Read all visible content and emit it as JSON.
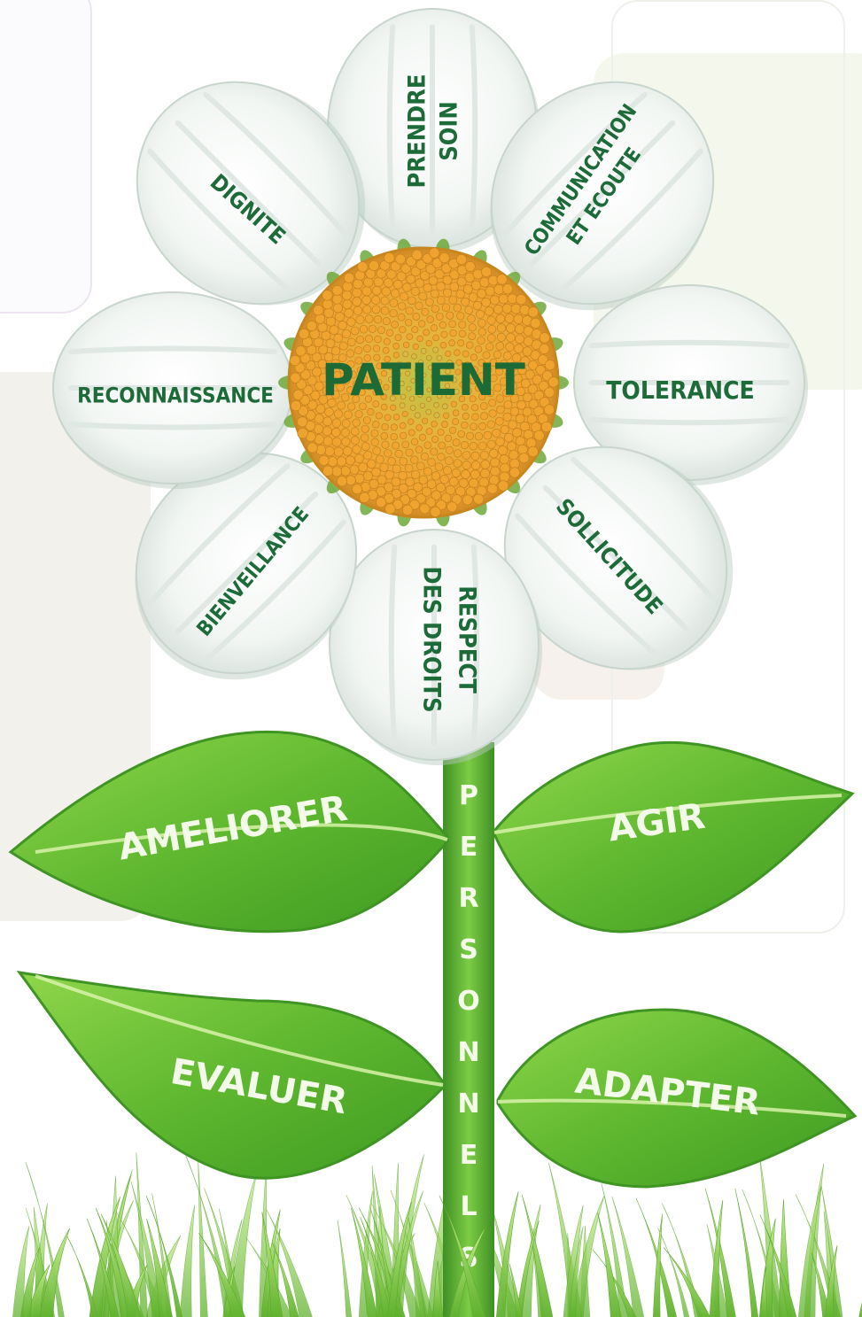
{
  "center": {
    "label": "PATIENT"
  },
  "petals": [
    {
      "id": "prendre-soin",
      "lines": [
        "PRENDRE",
        "SOIN"
      ]
    },
    {
      "id": "communication-ecoute",
      "lines": [
        "COMMUNICATION",
        "ET ECOUTE"
      ]
    },
    {
      "id": "tolerance",
      "lines": [
        "TOLERANCE"
      ]
    },
    {
      "id": "sollicitude",
      "lines": [
        "SOLLICITUDE"
      ]
    },
    {
      "id": "respect-des-droits",
      "lines": [
        "RESPECT",
        "DES DROITS"
      ]
    },
    {
      "id": "bienveillance",
      "lines": [
        "BIENVEILLANCE"
      ]
    },
    {
      "id": "reconnaissance",
      "lines": [
        "RECONNAISSANCE"
      ]
    },
    {
      "id": "dignite",
      "lines": [
        "DIGNITE"
      ]
    }
  ],
  "stem": {
    "letters": [
      "P",
      "E",
      "R",
      "S",
      "O",
      "N",
      "N",
      "E",
      "L",
      "S"
    ]
  },
  "leaves": {
    "ameliorer": "AMELIORER",
    "agir": "AGIR",
    "evaluer": "EVALUER",
    "adapter": "ADAPTER"
  },
  "colors": {
    "petal_text": "#1e6b3a",
    "center_text": "#1c6a35",
    "disc": "#e7a336",
    "leaf": "#6fc43a",
    "stem": "#5cae35",
    "grass": "#8fd14f"
  }
}
